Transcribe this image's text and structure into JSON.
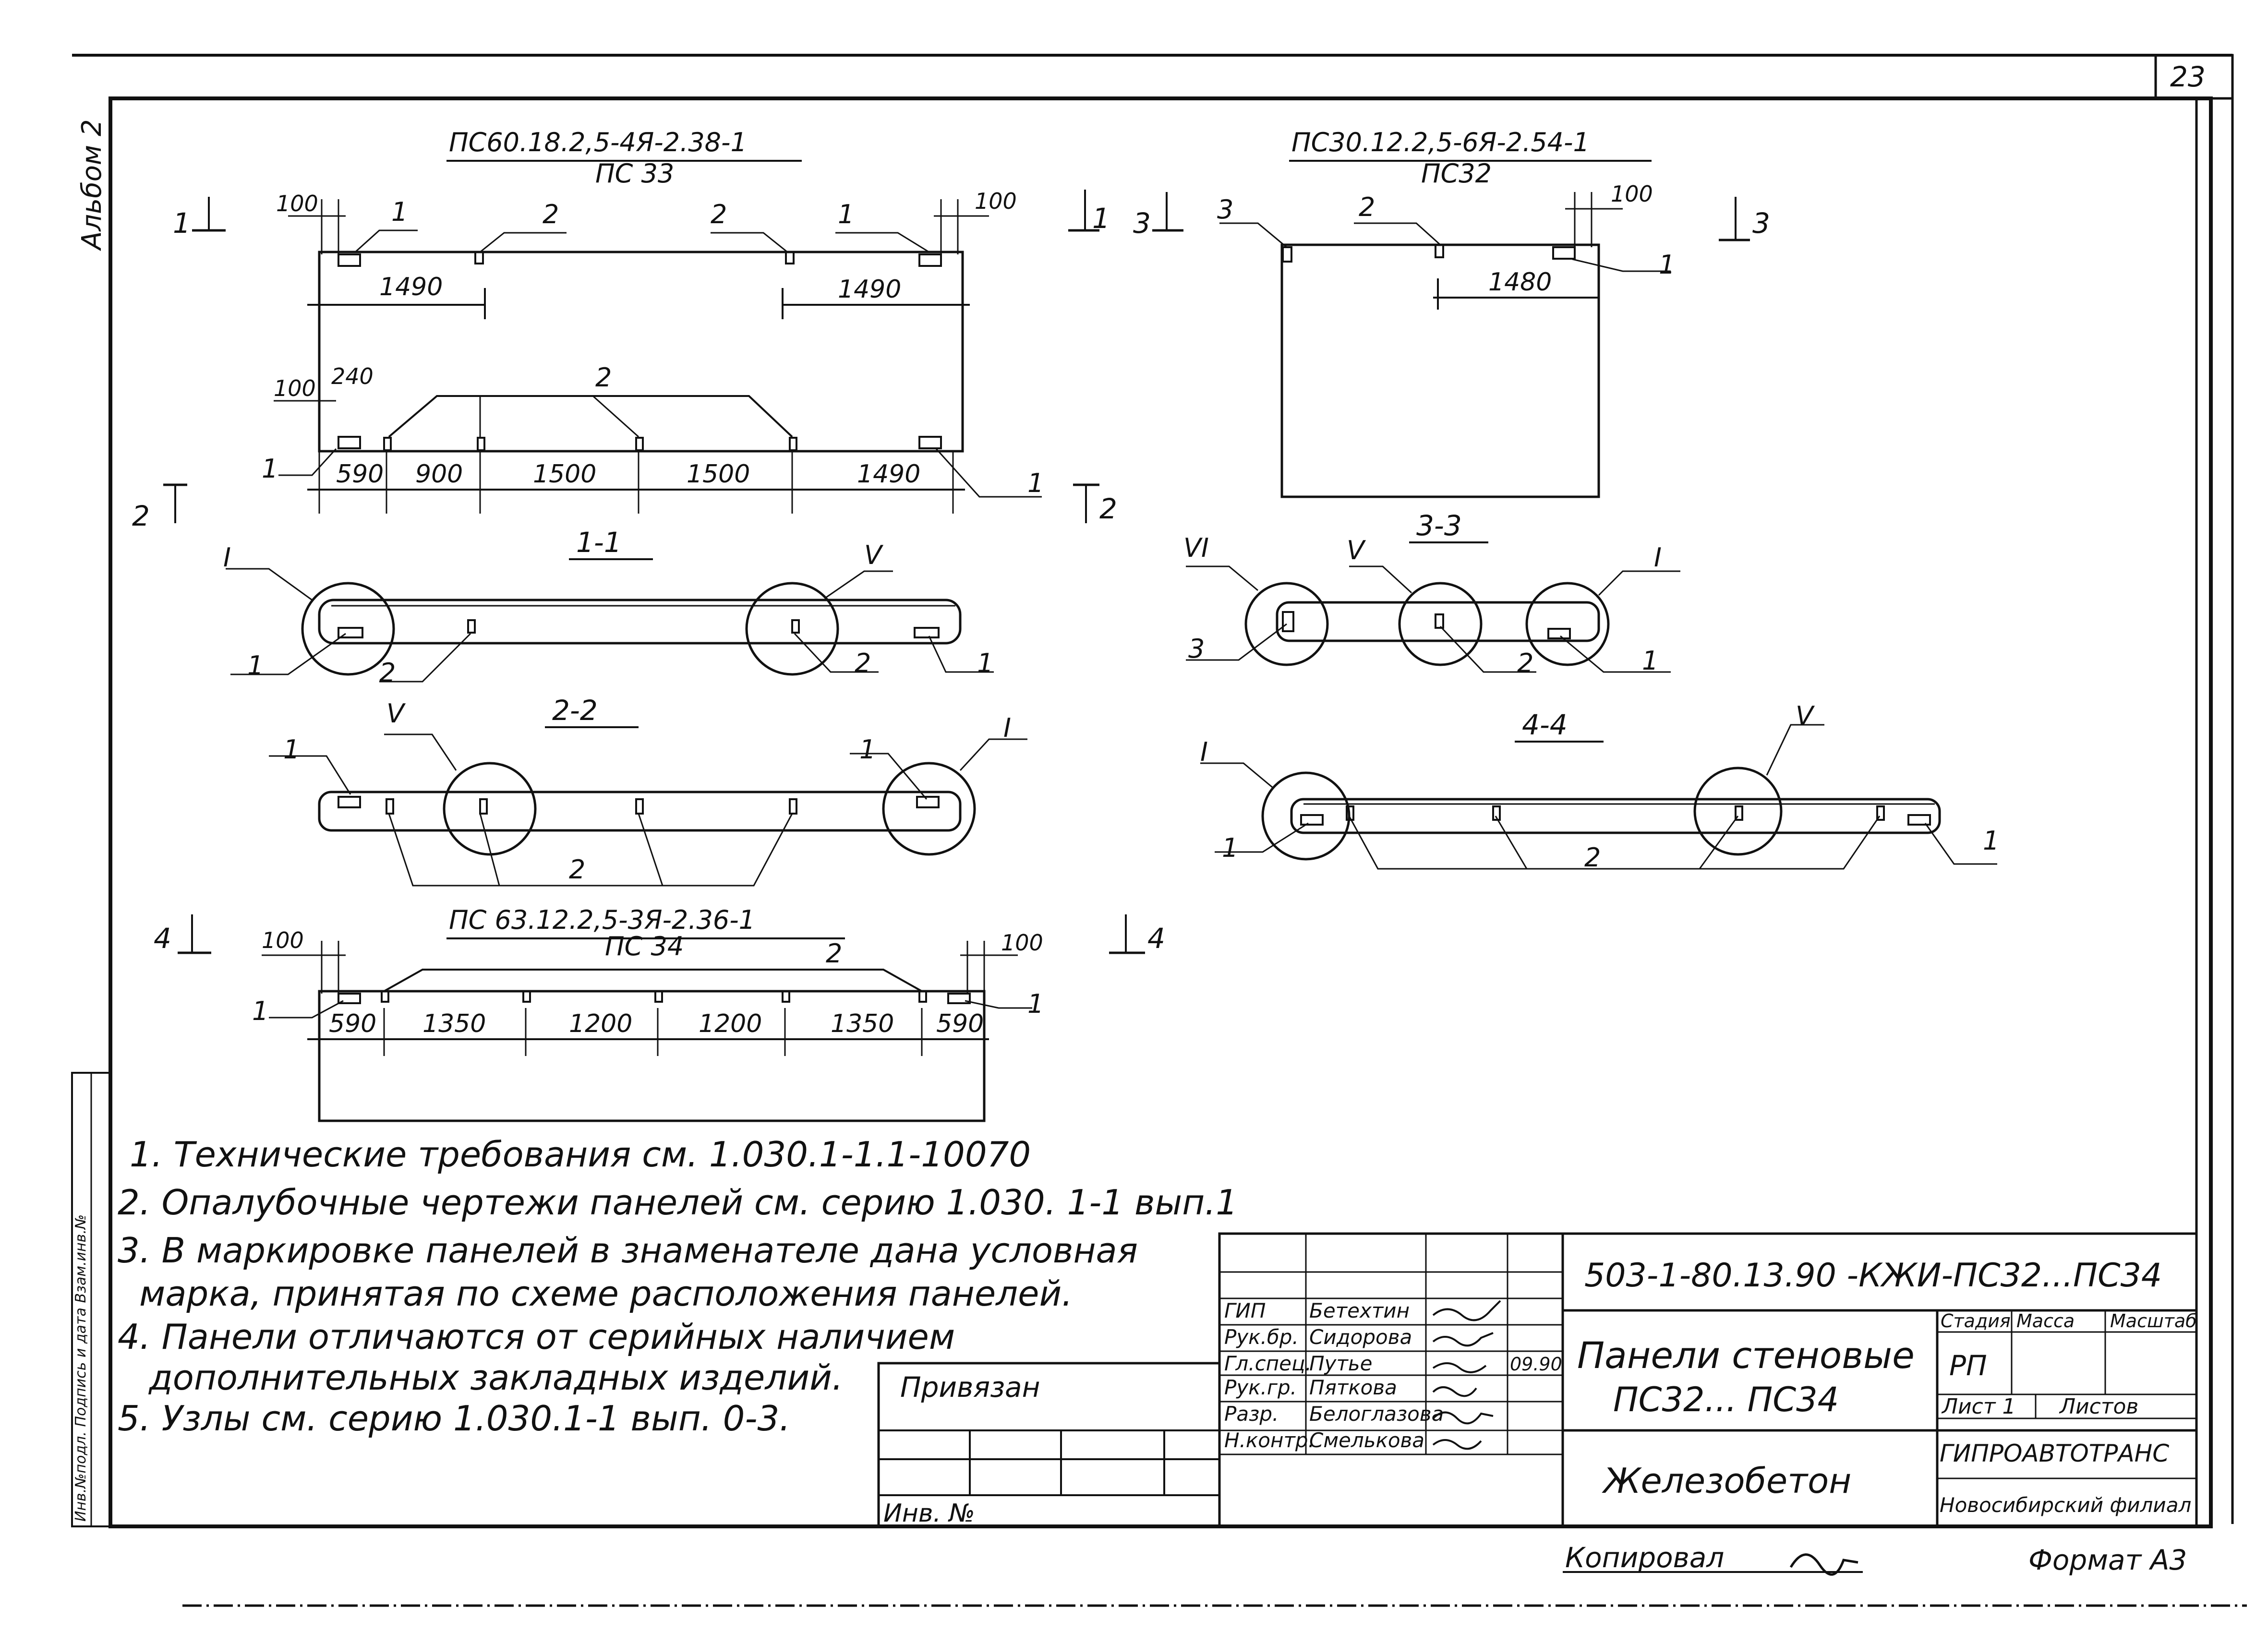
{
  "sheet": {
    "number": "23"
  },
  "side": {
    "album": "Альбом 2",
    "inv": "Инв.№подл.  Подпись и дата  Взам.инв.№"
  },
  "views": {
    "ps33": {
      "mark": "ПС60.18.2,5-4Я-2.38-1",
      "alt": "ПС 33",
      "cut1": "1",
      "cut2": "2",
      "topdims": {
        "d100a": "100",
        "d100b": "100",
        "d1490a": "1490",
        "d1490b": "1490",
        "d100c": "100",
        "d240": "240"
      },
      "bottomdims": [
        "590",
        "900",
        "1500",
        "1500",
        "1490"
      ],
      "callouts": {
        "c1": "1",
        "c2": "2"
      }
    },
    "ps32": {
      "mark": "ПС30.12.2,5-6Я-2.54-1",
      "alt": "ПС32",
      "cut": "3",
      "d100": "100",
      "d1480": "1480",
      "callouts": {
        "c1": "1",
        "c2": "2",
        "c3": "3"
      }
    },
    "ps34": {
      "mark": "ПС 63.12.2,5-3Я-2.36-1",
      "alt": "ПС 34",
      "cut": "4",
      "d100a": "100",
      "d100b": "100",
      "dims": [
        "590",
        "1350",
        "1200",
        "1200",
        "1350",
        "590"
      ],
      "callouts": {
        "c1": "1",
        "c2": "2"
      }
    }
  },
  "sections": {
    "s11": {
      "title": "1-1",
      "nodes": [
        "I",
        "V"
      ],
      "items": [
        "1",
        "2",
        "2",
        "1"
      ]
    },
    "s22": {
      "title": "2-2",
      "nodes": [
        "V",
        "I"
      ],
      "items": [
        "1",
        "1",
        "2"
      ]
    },
    "s33": {
      "title": "3-3",
      "nodes": [
        "VI",
        "V",
        "I"
      ],
      "items": [
        "3",
        "2",
        "1"
      ]
    },
    "s44": {
      "title": "4-4",
      "nodes": [
        "I",
        "V"
      ],
      "items": [
        "1",
        "2",
        "1"
      ]
    }
  },
  "notes": [
    "1. Технические требования см. 1.030.1-1.1-10070",
    "2. Опалубочные чертежи панелей см. серию 1.030. 1-1 вып.1",
    "3. В маркировке панелей в знаменателе дана условная",
    "марка, принятая по схеме расположения панелей.",
    "4. Панели отличаются от серийных наличием",
    "дополнительных закладных изделий.",
    "5. Узлы см. серию 1.030.1-1 вып. 0-3."
  ],
  "stamp": {
    "privyazan": "Привязан",
    "inv_no": "Инв. №",
    "code": "503-1-80.13.90    -КЖИ-ПС32...ПС34",
    "roles": [
      "ГИП",
      "Рук.бр.",
      "Гл.спец.",
      "Рук.гр.",
      "Разр.",
      "Н.контр."
    ],
    "names": [
      "Бетехтин",
      "Сидорова",
      "Путье",
      "Пяткова",
      "Белоглазова",
      "Смелькова"
    ],
    "date": "09.90",
    "title_line1": "Панели стеновые",
    "title_line2": "ПС32...  ПС34",
    "material": "Железобетон",
    "stage_label": "Стадия",
    "mass_label": "Масса",
    "scale_label": "Масштаб",
    "stage_value": "РП",
    "sheet_label": "Лист 1",
    "sheets_label": "Листов",
    "org1": "ГИПРОАВТОТРАНС",
    "org2": "Новосибирский филиал",
    "copied": "Копировал",
    "format": "Формат А3"
  }
}
